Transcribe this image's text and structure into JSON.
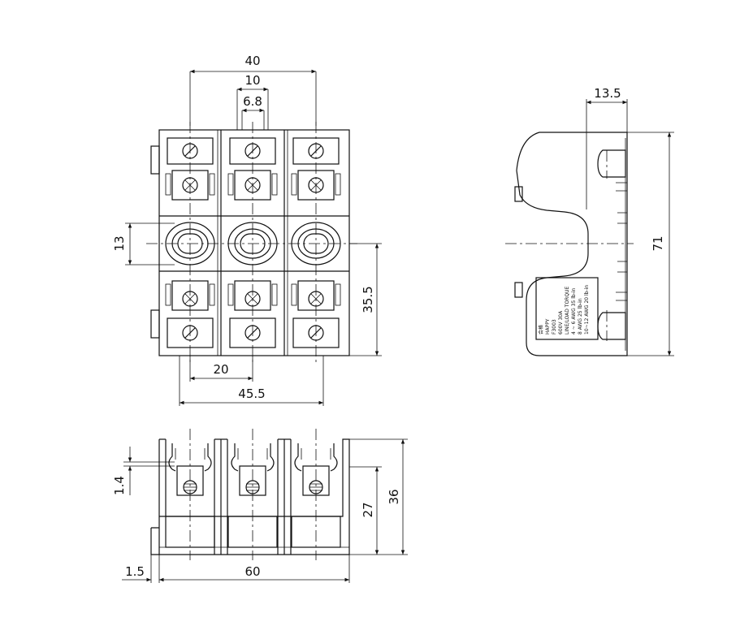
{
  "dimensions": {
    "top_width": "40",
    "pitch": "10",
    "screw_width": "6.8",
    "hole_height": "13",
    "lower_height": "35.5",
    "spacing": "20",
    "span": "45.5",
    "side_offset": "13.5",
    "side_height": "71",
    "clip_height": "1.4",
    "mid_height": "27",
    "total_height": "36",
    "edge_offset": "1.5",
    "total_width": "60"
  },
  "label": {
    "line1": "合格",
    "line2": "HAPPY",
    "line3": "F3003",
    "line4": "600V 30A",
    "line5": "LINE/LOAD  TORQUE",
    "line6": "4 ~ 6 AWG 35 lb-in",
    "line7": "8 AWG 25 lb-in",
    "line8": "10~12 AWG 20 lb-in"
  }
}
